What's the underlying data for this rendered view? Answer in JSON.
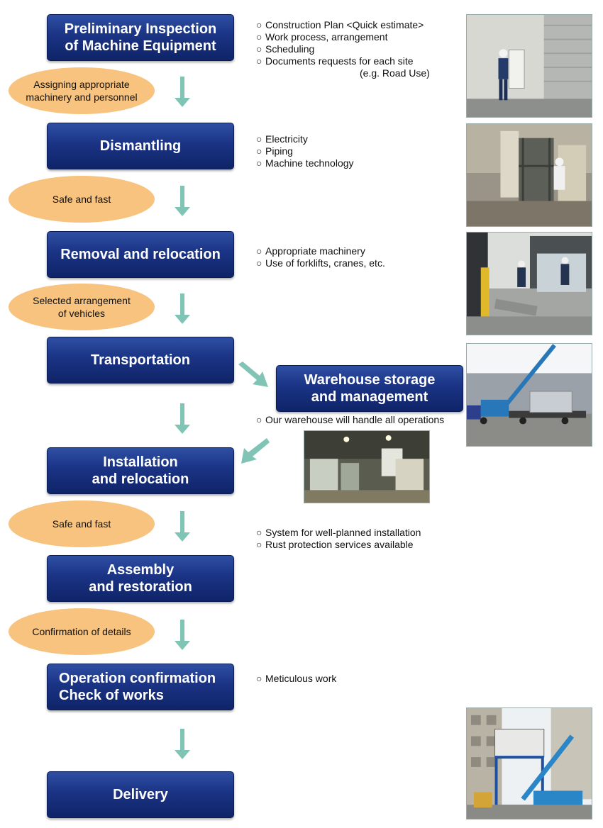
{
  "steps": [
    {
      "id": "inspection",
      "label": "Preliminary Inspection\nof Machine Equipment"
    },
    {
      "id": "dismantling",
      "label": "Dismantling"
    },
    {
      "id": "removal",
      "label": "Removal and relocation"
    },
    {
      "id": "transportation",
      "label": "Transportation"
    },
    {
      "id": "warehouse",
      "label": "Warehouse storage\nand management"
    },
    {
      "id": "installation",
      "label": "Installation\nand relocation"
    },
    {
      "id": "assembly",
      "label": "Assembly\nand restoration"
    },
    {
      "id": "operation",
      "label": "Operation confirmation\nCheck of works"
    },
    {
      "id": "delivery",
      "label": "Delivery"
    }
  ],
  "transitions": [
    {
      "label": "Assigning appropriate\nmachinery and personnel"
    },
    {
      "label": "Safe and fast"
    },
    {
      "label": "Selected arrangement\nof vehicles"
    },
    {
      "label": "Safe and fast"
    },
    {
      "label": "Confirmation of details"
    }
  ],
  "bullet_symbol": "○",
  "notes": {
    "inspection": [
      "Construction Plan <Quick estimate>",
      "Work process, arrangement",
      "Scheduling",
      "Documents requests for each site"
    ],
    "inspection_sub": "(e.g. Road Use)",
    "dismantling": [
      "Electricity",
      "Piping",
      "Machine technology"
    ],
    "removal": [
      "Appropriate machinery",
      "Use of forklifts, cranes, etc."
    ],
    "warehouse": [
      "Our warehouse will handle all operations"
    ],
    "installation": [
      "System for well-planned installation",
      "Rust protection services available"
    ],
    "operation": [
      "Meticulous work"
    ]
  },
  "colors": {
    "step_blue": "#1a3384",
    "oval_orange": "#f7c37e",
    "arrow_teal": "#7fc4b4"
  }
}
